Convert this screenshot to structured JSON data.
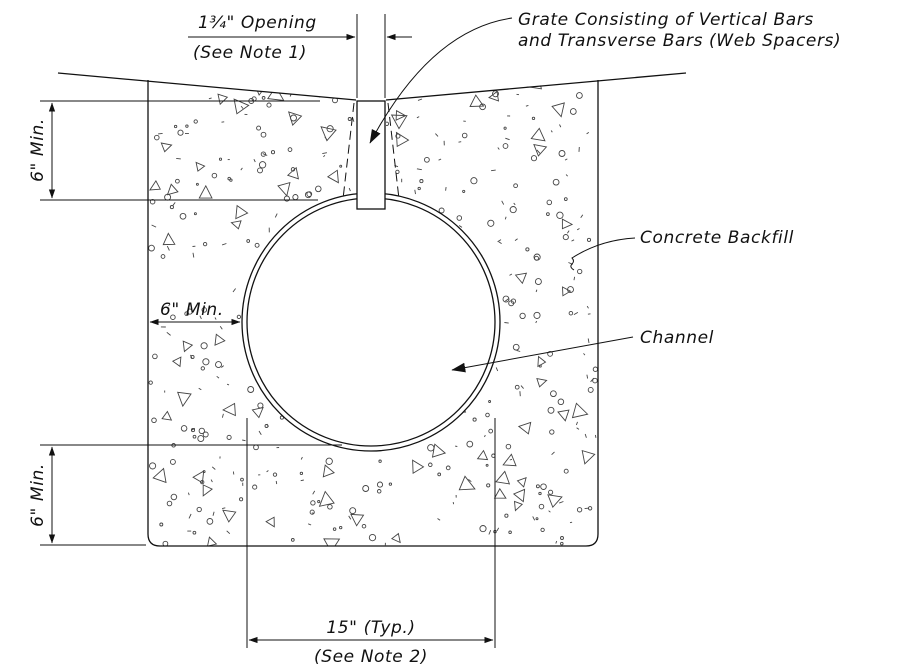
{
  "labels": {
    "opening_top": "1¾\" Opening",
    "opening_note": "(See Note 1)",
    "grate_line1": "Grate Consisting of Vertical Bars",
    "grate_line2": "and Transverse Bars (Web Spacers)",
    "concrete_backfill": "Concrete Backfill",
    "channel": "Channel",
    "side_min": "6\" Min.",
    "top_min": "6\" Min.",
    "bottom_min": "6\" Min.",
    "width_typ": "15\" (Typ.)",
    "width_note": "(See Note 2)"
  }
}
